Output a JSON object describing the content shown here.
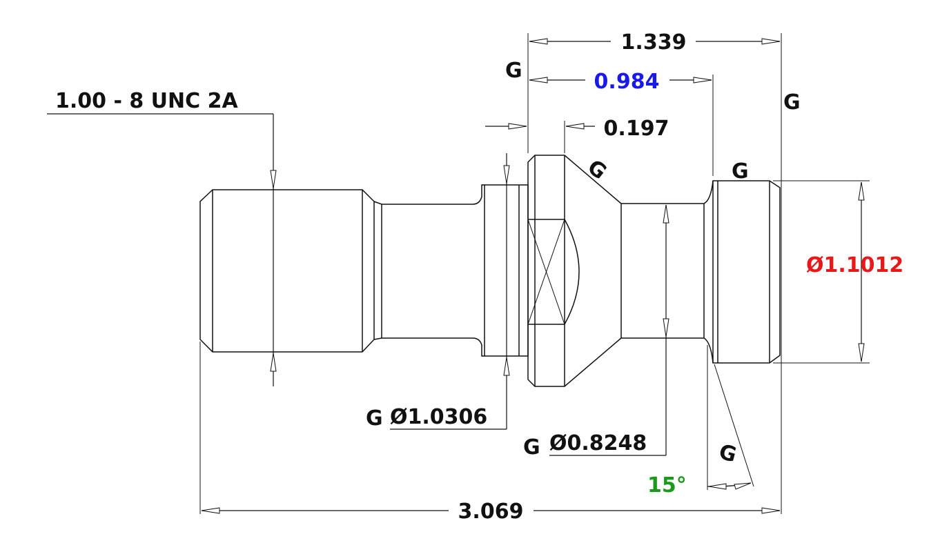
{
  "dimensions": {
    "overall_length": "3.069",
    "flange_to_end": "1.339",
    "flange_to_collar": "0.984",
    "flange_width": "0.197",
    "thread_spec": "1.00 - 8 UNC 2A",
    "dia_small_flange": "Ø1.0306",
    "dia_neck": "Ø0.8248",
    "dia_collar": "Ø1.1012",
    "angle": "15°"
  },
  "grade_marks": {
    "g1": "G",
    "g2": "G",
    "g3": "G",
    "g4": "G",
    "g5": "G",
    "g6": "G",
    "g7": "G"
  },
  "colors": {
    "line": "#111111",
    "dim_blue": "#1a1ae6",
    "dim_red": "#e61a1a",
    "dim_green": "#1a9a1a"
  }
}
